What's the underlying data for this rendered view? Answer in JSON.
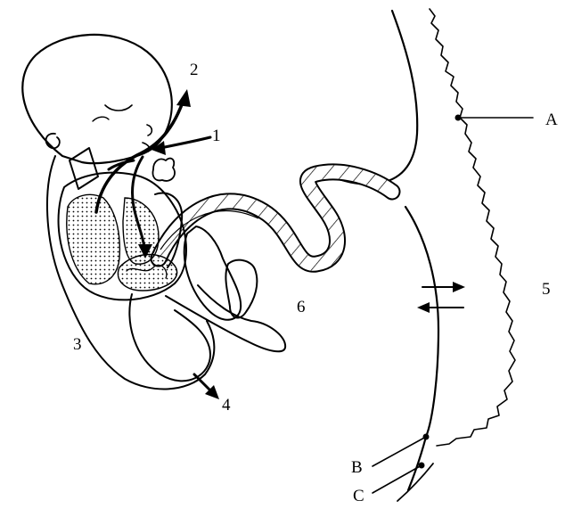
{
  "labels": {
    "n1": "1",
    "n2": "2",
    "n3": "3",
    "n4": "4",
    "n5": "5",
    "n6": "6",
    "A": "A",
    "B": "B",
    "C": "C"
  }
}
